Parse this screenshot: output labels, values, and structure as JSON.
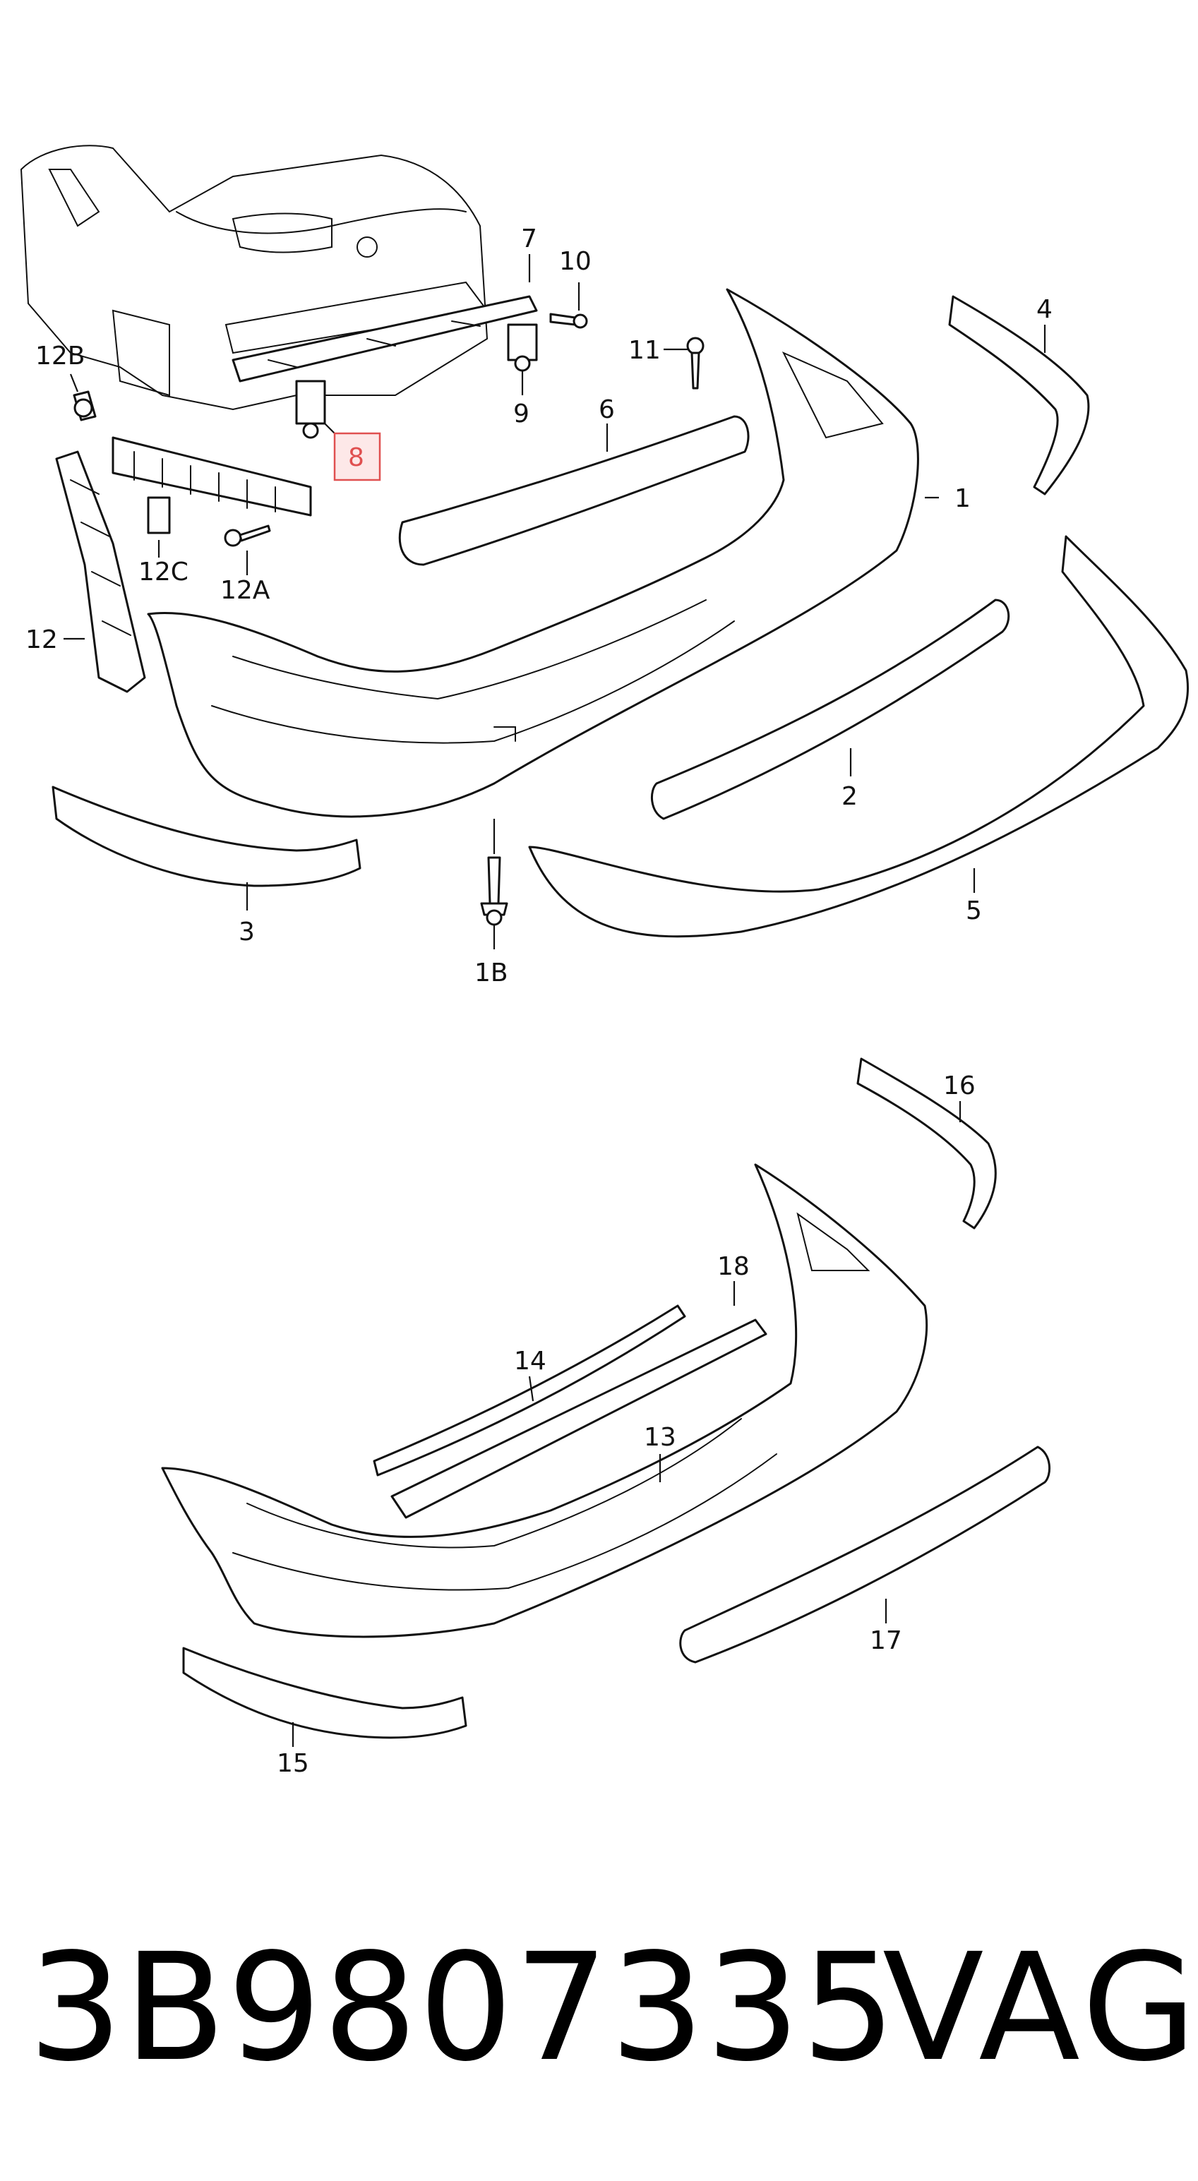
{
  "callouts": {
    "p1": "1",
    "p1b": "1B",
    "p2": "2",
    "p3": "3",
    "p4": "4",
    "p5": "5",
    "p6": "6",
    "p7": "7",
    "p8": "8",
    "p9": "9",
    "p10": "10",
    "p11": "11",
    "p12": "12",
    "p12a": "12A",
    "p12b": "12B",
    "p12c": "12C",
    "p13": "13",
    "p14": "14",
    "p15": "15",
    "p16": "16",
    "p17": "17",
    "p18": "18"
  },
  "highlighted_callout": "8",
  "highlight_color": "#e05050",
  "footer": {
    "part_number": "3B9807335",
    "brand": "VAG"
  }
}
